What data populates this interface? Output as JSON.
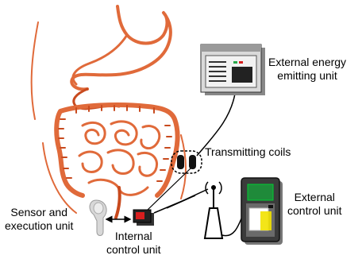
{
  "labels": {
    "external_energy_line1": "External energy",
    "external_energy_line2": "emitting unit",
    "transmitting_coils": "Transmitting coils",
    "external_control_line1": "External",
    "external_control_line2": "control unit",
    "sensor_line1": "Sensor and",
    "sensor_line2": "execution unit",
    "internal_control_line1": "Internal",
    "internal_control_line2": "control unit"
  },
  "colors": {
    "intestine": "#e06a3a",
    "intestine_dark": "#c84a1e",
    "device_gray": "#4a4a4a",
    "screen_green": "#1f8a3a",
    "highlight_yellow": "#f2e200",
    "internal_unit_red": "#d81e1e"
  }
}
